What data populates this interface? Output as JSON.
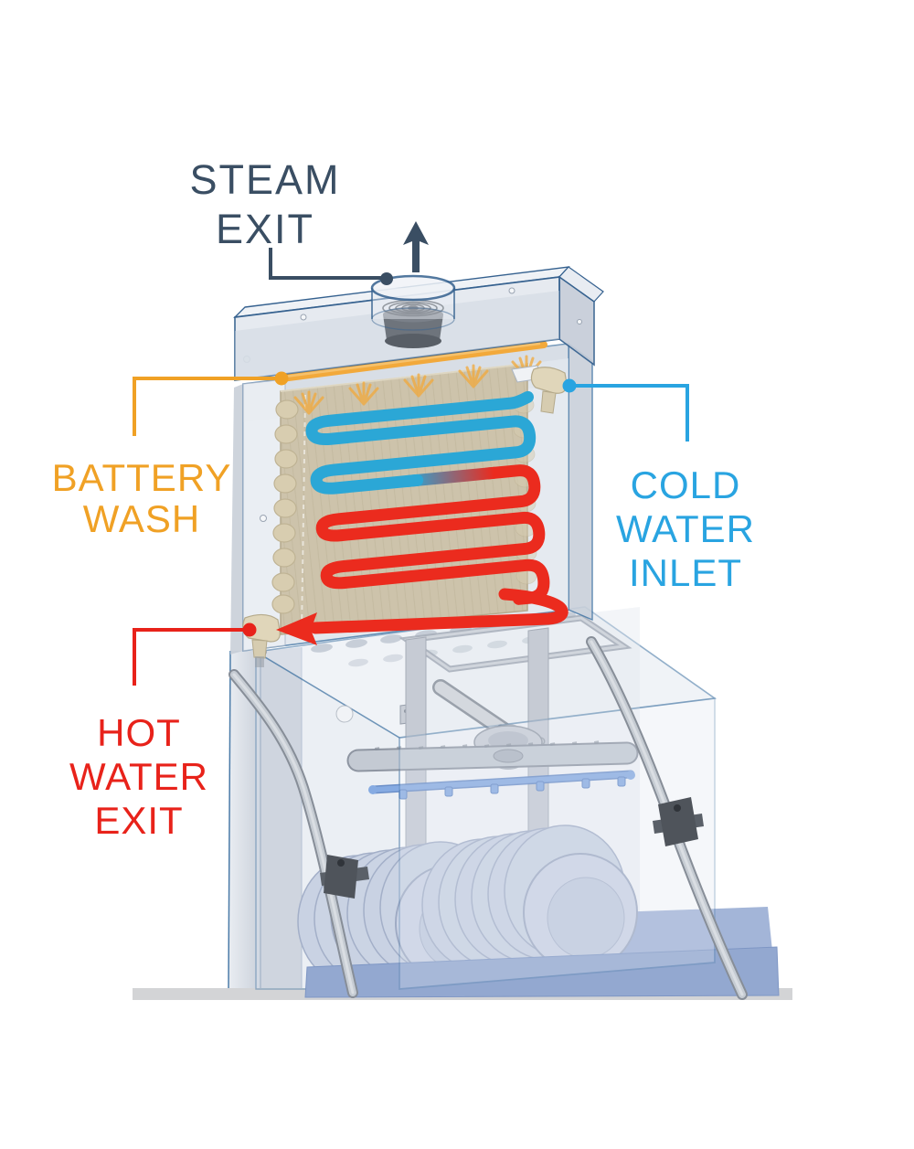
{
  "diagram": {
    "labels": {
      "steam_exit": {
        "line1": "STEAM",
        "line2": "EXIT"
      },
      "battery_wash": {
        "line1": "BATTERY",
        "line2": "WASH"
      },
      "cold_water_inlet": {
        "line1": "COLD",
        "line2": "WATER",
        "line3": "INLET"
      },
      "hot_water_exit": {
        "line1": "HOT",
        "line2": "WATER",
        "line3": "EXIT"
      }
    },
    "colors": {
      "steam_label": "#3A4E63",
      "battery_label": "#F0A125",
      "cold_label": "#29A4E1",
      "hot_label": "#E8221A",
      "coil_cold": "#2BA7D6",
      "coil_hot": "#EB2B1E",
      "spray_bar": "#F2A93B",
      "machine_outline": "#4B7BA8",
      "panel_beige": "#CDC3AB",
      "floor": "#D3D4D6"
    },
    "icons": {
      "steam_direction_arrow": "up-arrow",
      "hot_water_direction_arrow": "left-arrow",
      "fan_vent": "fan",
      "spray_nozzle": "spray-fan"
    }
  }
}
